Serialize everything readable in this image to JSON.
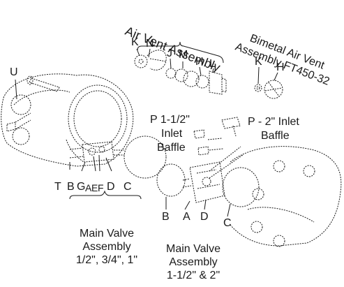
{
  "headings": {
    "air_vent_assembly": "Air Vent Assembly",
    "bimetal_line1": "Bimetal Air Vent",
    "bimetal_line2": "Assembly FT450-32"
  },
  "part_letters": {
    "air_vent": {
      "K": "K",
      "N": "N",
      "J": "J",
      "M": "M",
      "H": "H",
      "L": "L"
    },
    "bimetal": {
      "K": "K",
      "H": "H"
    },
    "left": {
      "U": "U",
      "T": "T",
      "B": "B",
      "G": "G",
      "A": "A",
      "E": "E",
      "F": "F",
      "D": "D",
      "C": "C"
    },
    "right": {
      "B": "B",
      "A": "A",
      "D": "D",
      "C": "C"
    }
  },
  "baffles": {
    "p_small_line1": "P  1-1/2\"",
    "p_small_line2": "Inlet",
    "p_small_line3": "Baffle",
    "p_large_line1": "P - 2\" Inlet",
    "p_large_line2": "Baffle"
  },
  "main_valve_small": {
    "line1": "Main Valve",
    "line2": "Assembly",
    "line3": "1/2\", 3/4\", 1\""
  },
  "main_valve_large": {
    "line1": "Main Valve",
    "line2": "Assembly",
    "line3": "1-1/2\" & 2\""
  },
  "colors": {
    "ink": "#1a1a1a",
    "background": "#ffffff"
  }
}
